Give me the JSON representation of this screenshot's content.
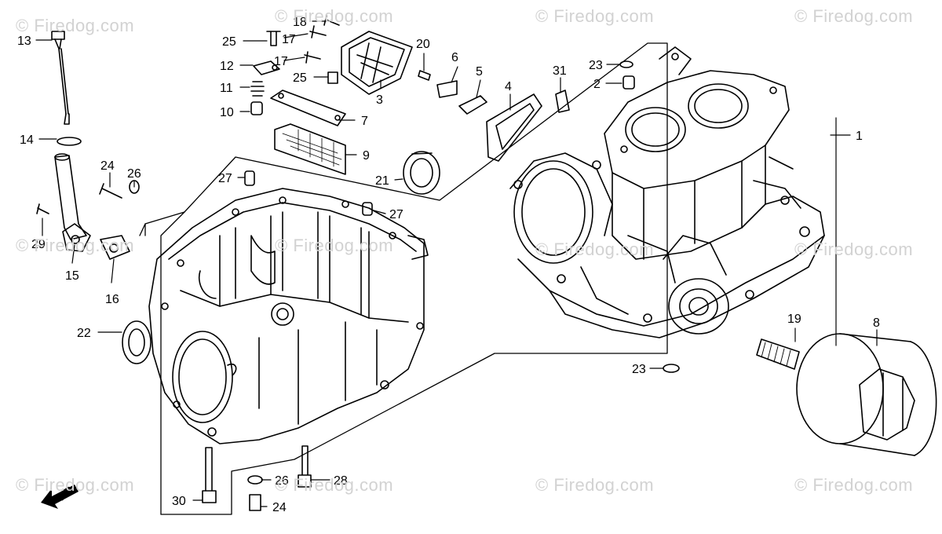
{
  "watermark": "© Firedog.com",
  "front_label": "FR.",
  "callouts": {
    "c1": "1",
    "c2": "2",
    "c3": "3",
    "c4": "4",
    "c5": "5",
    "c6": "6",
    "c7": "7",
    "c8": "8",
    "c9": "9",
    "c10": "10",
    "c11": "11",
    "c12": "12",
    "c13": "13",
    "c14": "14",
    "c15": "15",
    "c16": "16",
    "c17a": "17",
    "c17b": "17",
    "c18": "18",
    "c19": "19",
    "c20": "20",
    "c21": "21",
    "c22": "22",
    "c23a": "23",
    "c23b": "23",
    "c24a": "24",
    "c24b": "24",
    "c25a": "25",
    "c25b": "25",
    "c26a": "26",
    "c26b": "26",
    "c27a": "27",
    "c27b": "27",
    "c28": "28",
    "c29": "29",
    "c30": "30",
    "c31": "31"
  },
  "colors": {
    "ink": "#000000",
    "paper": "#ffffff",
    "watermark": "#d2d2d2"
  }
}
